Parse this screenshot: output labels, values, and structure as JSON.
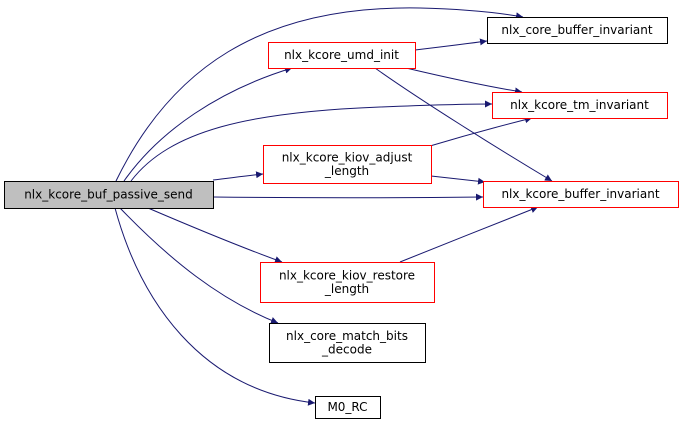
{
  "diagram": {
    "type": "call-graph",
    "colors": {
      "edge": "#191970",
      "root_fill": "#bfbfbf",
      "root_border": "#000000",
      "truncated_border": "#ff0000",
      "leaf_border": "#000000",
      "node_fill": "#ffffff"
    },
    "nodes": [
      {
        "id": "root",
        "lines": [
          "nlx_kcore_buf_passive_send"
        ],
        "kind": "root"
      },
      {
        "id": "umd_init",
        "lines": [
          "nlx_kcore_umd_init"
        ],
        "kind": "truncated"
      },
      {
        "id": "core_buffer_invariant",
        "lines": [
          "nlx_core_buffer_invariant"
        ],
        "kind": "leaf"
      },
      {
        "id": "tm_invariant",
        "lines": [
          "nlx_kcore_tm_invariant"
        ],
        "kind": "truncated"
      },
      {
        "id": "kiov_adjust",
        "lines": [
          "nlx_kcore_kiov_adjust",
          "_length"
        ],
        "kind": "truncated"
      },
      {
        "id": "kcore_buffer_invariant",
        "lines": [
          "nlx_kcore_buffer_invariant"
        ],
        "kind": "truncated"
      },
      {
        "id": "kiov_restore",
        "lines": [
          "nlx_kcore_kiov_restore",
          "_length"
        ],
        "kind": "truncated"
      },
      {
        "id": "match_bits",
        "lines": [
          "nlx_core_match_bits",
          "_decode"
        ],
        "kind": "leaf"
      },
      {
        "id": "m0_rc",
        "lines": [
          "M0_RC"
        ],
        "kind": "leaf"
      }
    ],
    "edges": [
      {
        "from": "root",
        "to": "core_buffer_invariant"
      },
      {
        "from": "root",
        "to": "umd_init"
      },
      {
        "from": "root",
        "to": "tm_invariant"
      },
      {
        "from": "root",
        "to": "kiov_adjust"
      },
      {
        "from": "root",
        "to": "kcore_buffer_invariant"
      },
      {
        "from": "root",
        "to": "kiov_restore"
      },
      {
        "from": "root",
        "to": "match_bits"
      },
      {
        "from": "root",
        "to": "m0_rc"
      },
      {
        "from": "umd_init",
        "to": "core_buffer_invariant"
      },
      {
        "from": "umd_init",
        "to": "tm_invariant"
      },
      {
        "from": "umd_init",
        "to": "kcore_buffer_invariant"
      },
      {
        "from": "kiov_adjust",
        "to": "tm_invariant"
      },
      {
        "from": "kiov_adjust",
        "to": "kcore_buffer_invariant"
      },
      {
        "from": "kiov_restore",
        "to": "kcore_buffer_invariant"
      }
    ]
  }
}
